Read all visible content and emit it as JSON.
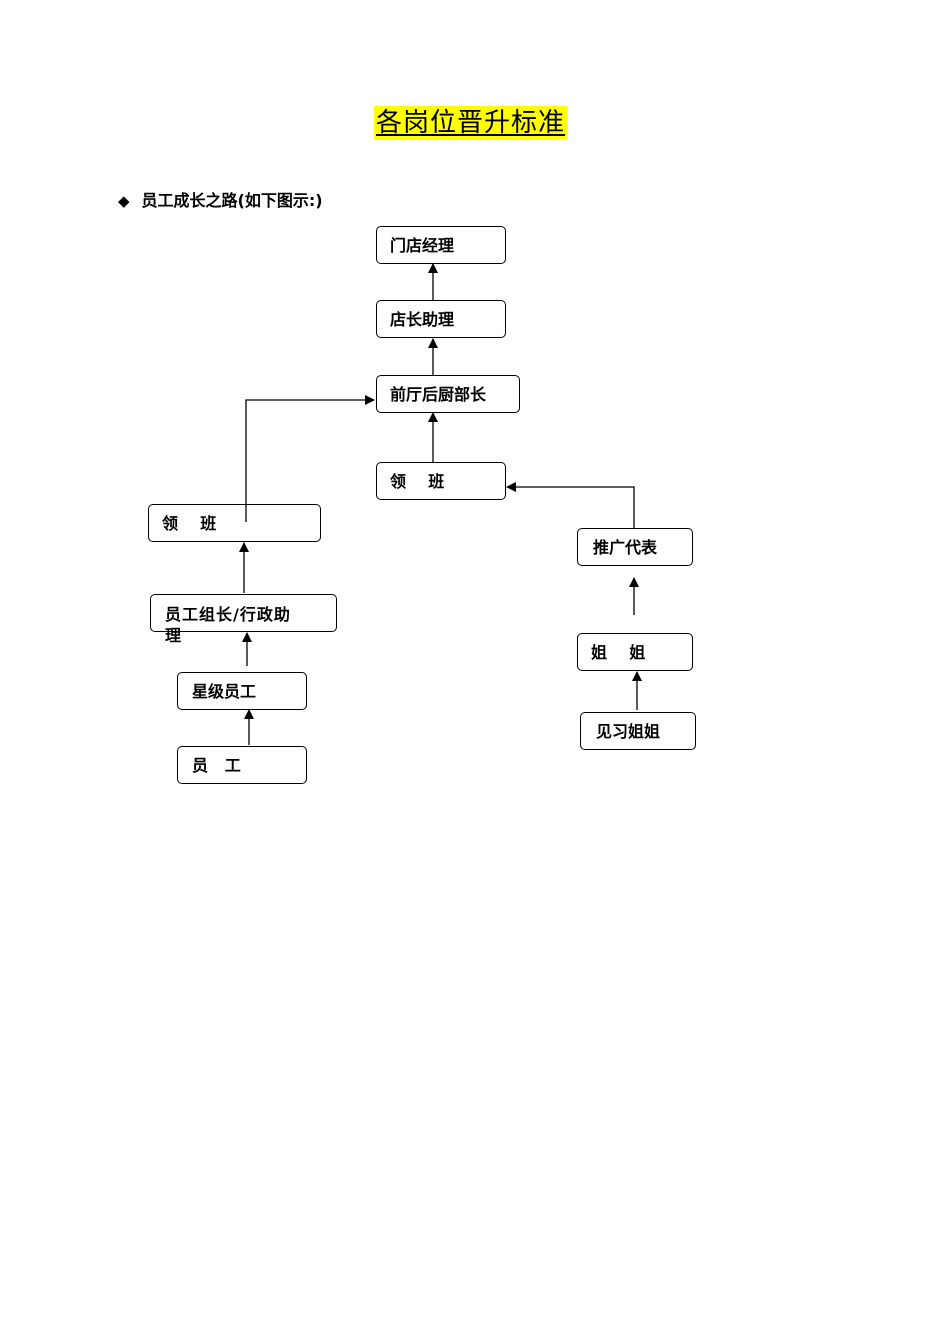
{
  "title": "各岗位晋升标准",
  "section": {
    "bullet": "◆",
    "heading": "员工成长之路(如下图示:)"
  },
  "nodes": {
    "store_manager": "门店经理",
    "assistant_manager": "店长助理",
    "dept_head": "前厅后厨部长",
    "team_lead_right": "领    班",
    "team_lead_left": "领    班",
    "promo_rep": "推广代表",
    "staff_group_leader": "员工组长/行政助\n理",
    "star_staff": "星级员工",
    "staff": "员   工",
    "sister": "姐    姐",
    "trainee_sister": "见习姐姐"
  }
}
